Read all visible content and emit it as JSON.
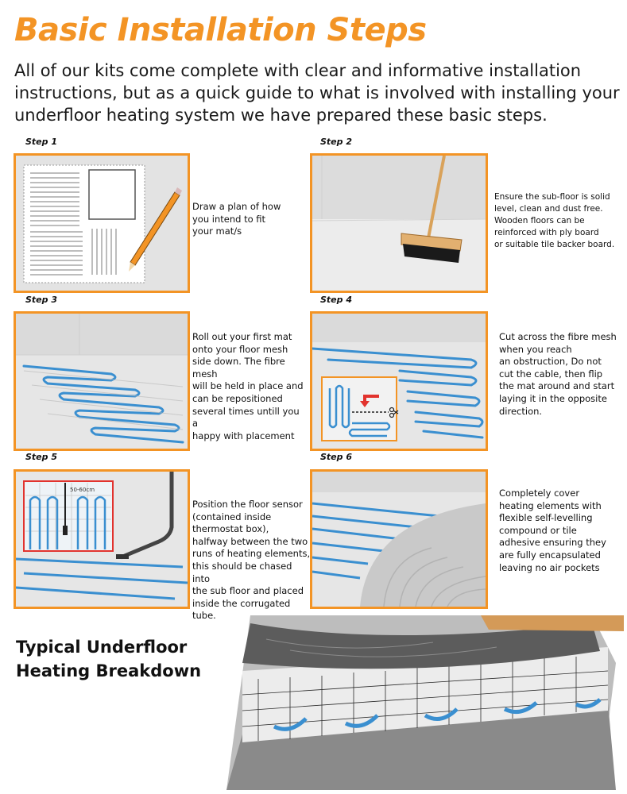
{
  "page": {
    "title": "Basic Installation Steps",
    "intro": "All of our kits come complete with clear and informative installation instructions, but as a quick guide to what is involved with installing your underfloor heating system we have prepared these basic steps."
  },
  "steps": [
    {
      "label": "Step 1",
      "text": "Draw a plan of how\nyou intend to fit\nyour mat/s"
    },
    {
      "label": "Step 2",
      "text": "Ensure the sub-floor is solid\nlevel, clean and dust free.\nWooden floors can be\nreinforced with ply board\nor suitable tile backer board."
    },
    {
      "label": "Step 3",
      "text": "Roll out your first mat\nonto your floor mesh\nside down. The  fibre mesh\nwill be held in place and\ncan be  repositioned\nseveral times untill you a\nhappy with placement"
    },
    {
      "label": "Step 4",
      "text": "Cut across the fibre mesh\nwhen you reach\nan obstruction, Do not\ncut the cable, then flip\nthe mat around and start\nlaying it in the opposite\ndirection."
    },
    {
      "label": "Step 5",
      "text": "Position the floor sensor\n(contained inside\nthermostat box),\nhalfway between the two\nruns of heating elements,\nthis should be chased into\nthe sub floor and placed\ninside the corrugated tube.",
      "inset_label": "50-60cm"
    },
    {
      "label": "Step 6",
      "text": "Completely cover\nheating elements with\nflexible self-levelling\ncompound or tile\nadhesive ensuring they\nare fully encapsulated\nleaving no air pockets"
    }
  ],
  "breakdown": {
    "title": "Typical Underfloor\nHeating Breakdown"
  },
  "colors": {
    "accent": "#f39425",
    "cable": "#3a8fd0",
    "background": "#e6e6e6"
  },
  "icons": [
    "pencil-icon",
    "broom-icon",
    "scissors-icon",
    "turn-arrow-icon"
  ]
}
